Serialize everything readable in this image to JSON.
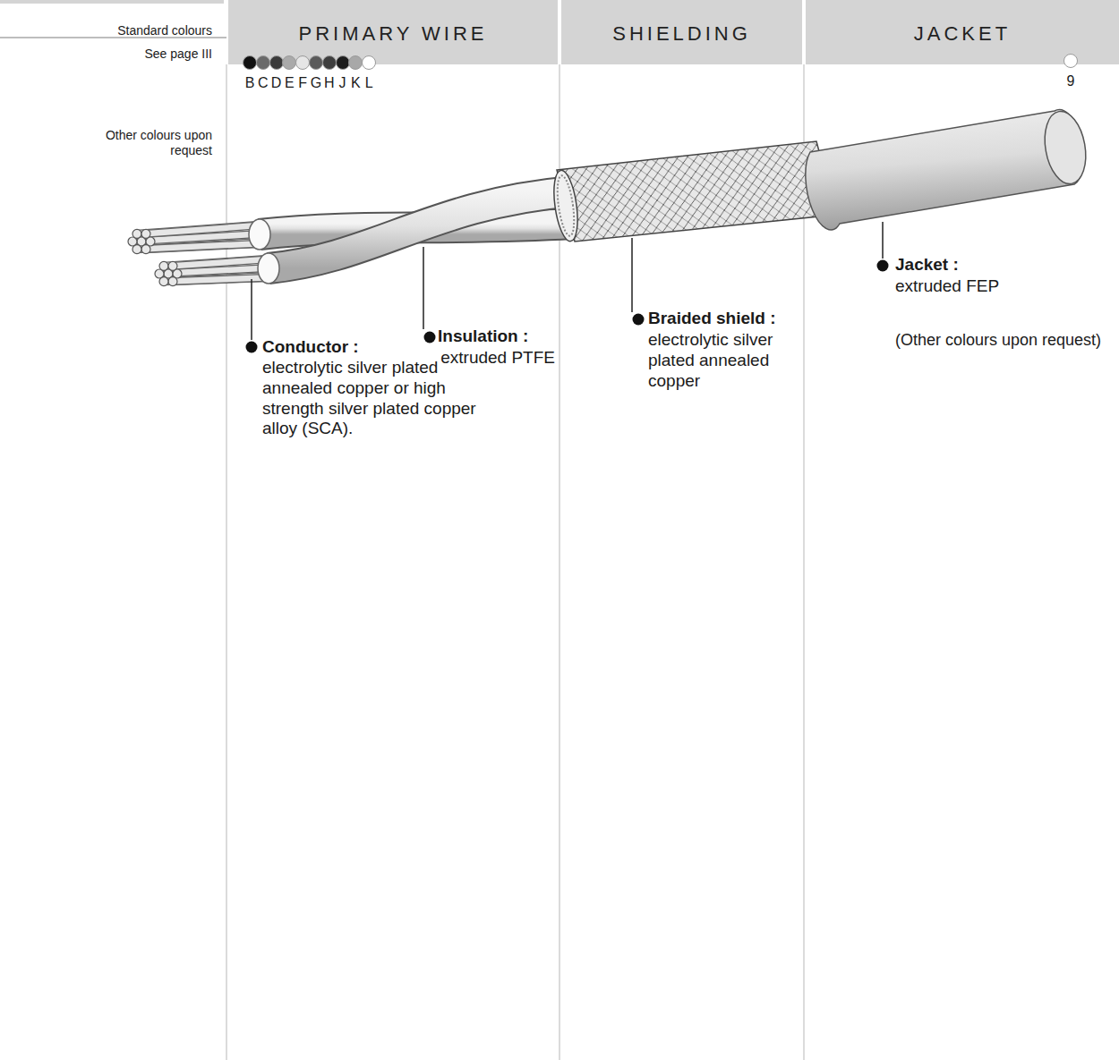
{
  "diagram": {
    "nodes": [
      {
        "text": [
          "PRIMARY WIRE"
        ]
      },
      {
        "text": [
          "SHIELDING"
        ]
      },
      {
        "text": [
          "JACKET"
        ]
      }
    ],
    "labels": [
      "Standard colours",
      "See page III",
      "Other colours upon request",
      "Conductor :",
      "electrolytic silver plated annealed copper or high strength silver plated copper alloy (SCA).",
      "Insulation :",
      "extruded PTFE",
      "Braided shield :",
      "electrolytic silver plated annealed copper",
      "Jacket :",
      "extruded FEP",
      "(Other colours upon request)"
    ],
    "legend": [
      {
        "text": "B",
        "color": "#111111"
      },
      {
        "text": "C",
        "color": "#6a6a6a"
      },
      {
        "text": "D",
        "color": "#3a3a3a"
      },
      {
        "text": "E",
        "color": "#aaaaaa"
      },
      {
        "text": "F",
        "color": "#e6e6e6"
      },
      {
        "text": "G",
        "color": "#5a5a5a"
      },
      {
        "text": "H",
        "color": "#3f3f3f"
      },
      {
        "text": "J",
        "color": "#1e1e1e"
      },
      {
        "text": "K",
        "color": "#a8a8a8"
      },
      {
        "text": "L",
        "color": "#ffffff"
      },
      {
        "text": "9",
        "color": "#ffffff"
      }
    ]
  }
}
